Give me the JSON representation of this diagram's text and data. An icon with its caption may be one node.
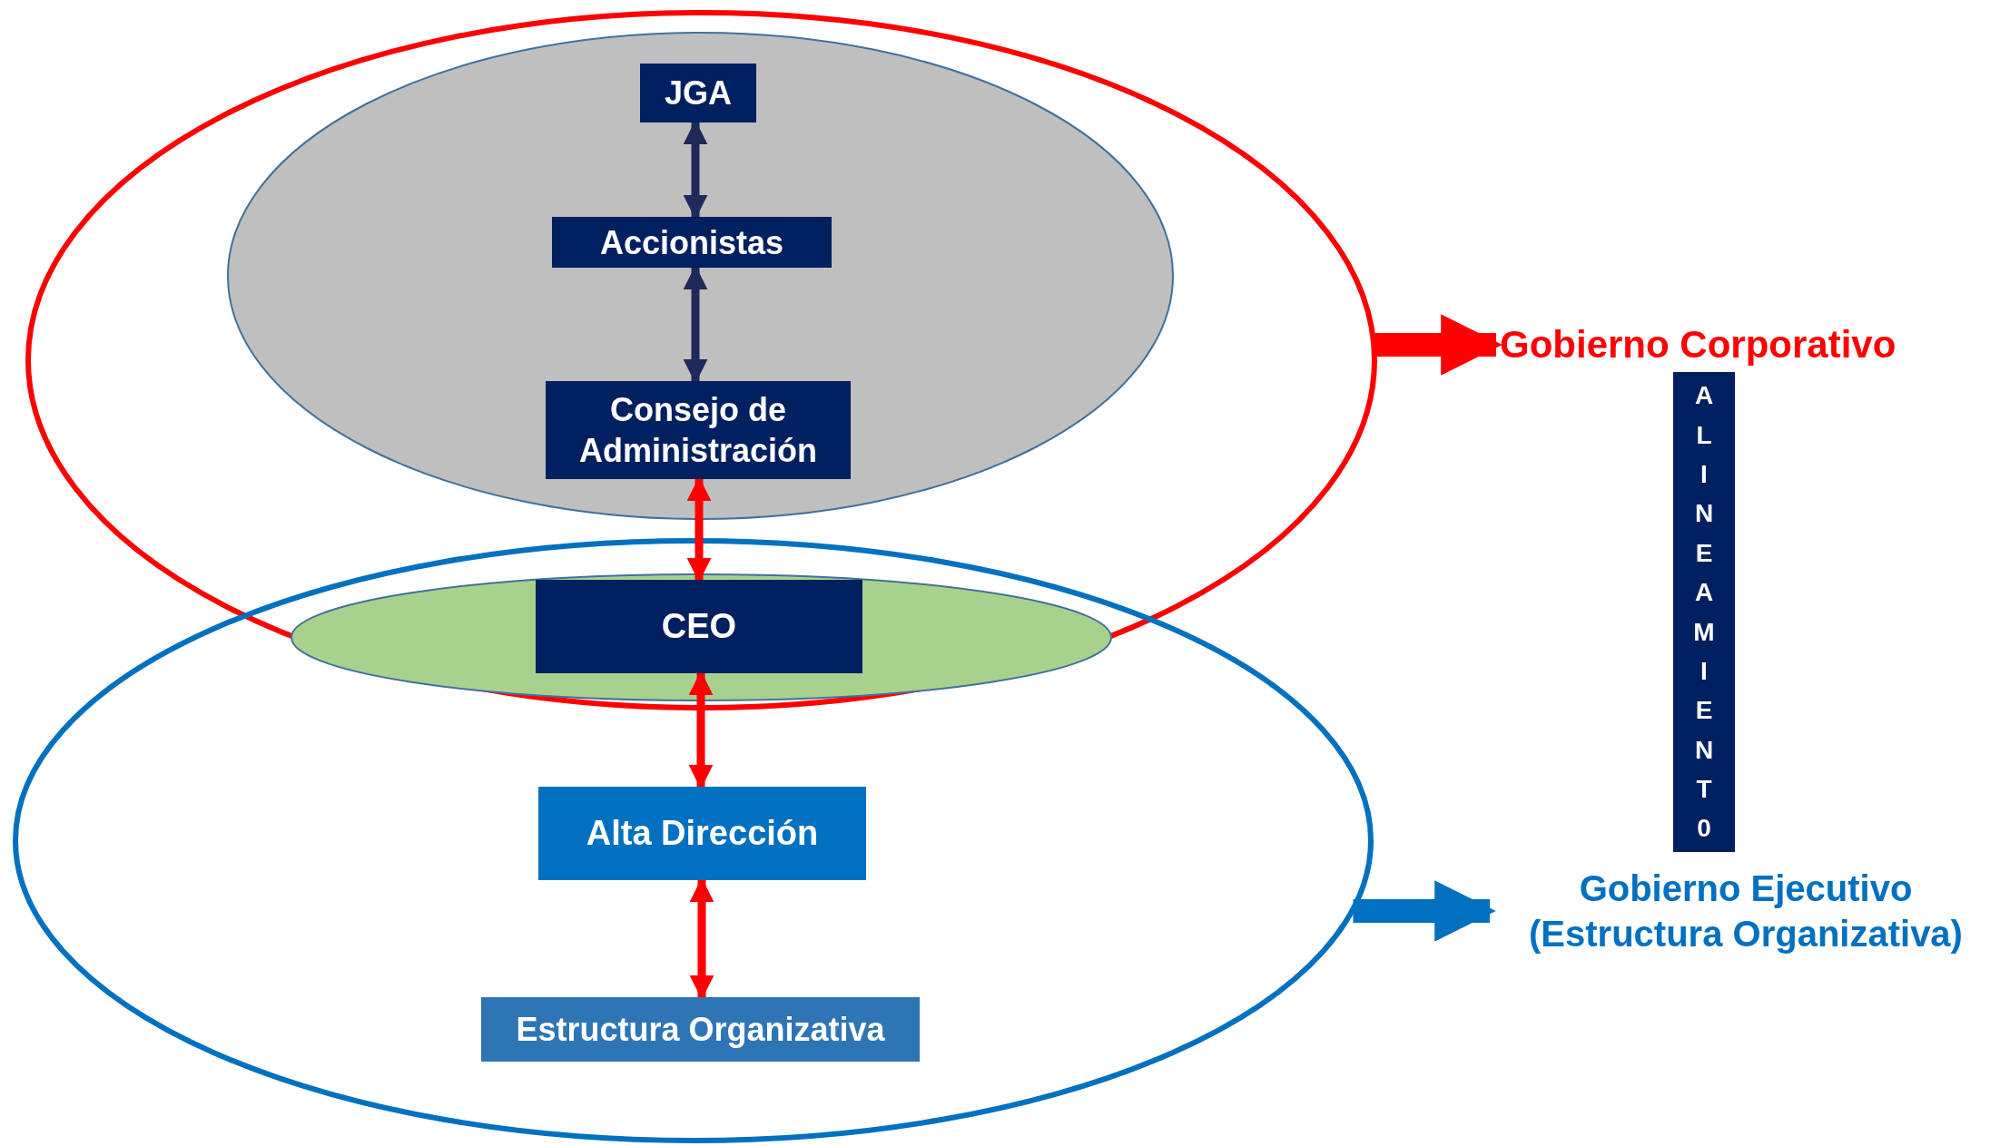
{
  "diagram": {
    "nodes": [
      {
        "text": [],
        "shape": "ellipse"
      },
      {
        "text": [],
        "shape": "ellipse",
        "in": 0
      },
      {
        "text": [
          "JGA"
        ],
        "in": 1
      },
      {
        "text": [
          "Accionistas"
        ],
        "in": 1
      },
      {
        "text": [
          "Consejo de Administración"
        ],
        "in": 1
      },
      {
        "text": [],
        "shape": "ellipse"
      },
      {
        "text": [
          "CEO"
        ],
        "in": 5
      },
      {
        "text": [],
        "shape": "ellipse"
      },
      {
        "text": [
          "Alta Dirección"
        ],
        "in": 7
      },
      {
        "text": [
          "Estructura Organizativa"
        ],
        "in": 7
      },
      {
        "text": [
          "Gobierno Corporativo"
        ]
      },
      {
        "text": [
          "ALINEAMIENT0"
        ]
      },
      {
        "text": [
          "Gobierno Ejecutivo (Estructura Organizativa)"
        ]
      }
    ],
    "edges": [
      {
        "from": 2,
        "to": 3,
        "arrow": "both",
        "color": "#1f2a5a"
      },
      {
        "from": 3,
        "to": 4,
        "arrow": "both",
        "color": "#1f2a5a"
      },
      {
        "from": 4,
        "to": 6,
        "arrow": "both"
      },
      {
        "from": 6,
        "to": 8,
        "arrow": "both"
      },
      {
        "from": 8,
        "to": 9,
        "arrow": "both"
      },
      {
        "from": 0,
        "to": 10,
        "arrow": "to",
        "style": "thick"
      },
      {
        "from": 7,
        "to": 12,
        "arrow": "to",
        "style": "thick",
        "color": "#0070c0"
      }
    ]
  }
}
